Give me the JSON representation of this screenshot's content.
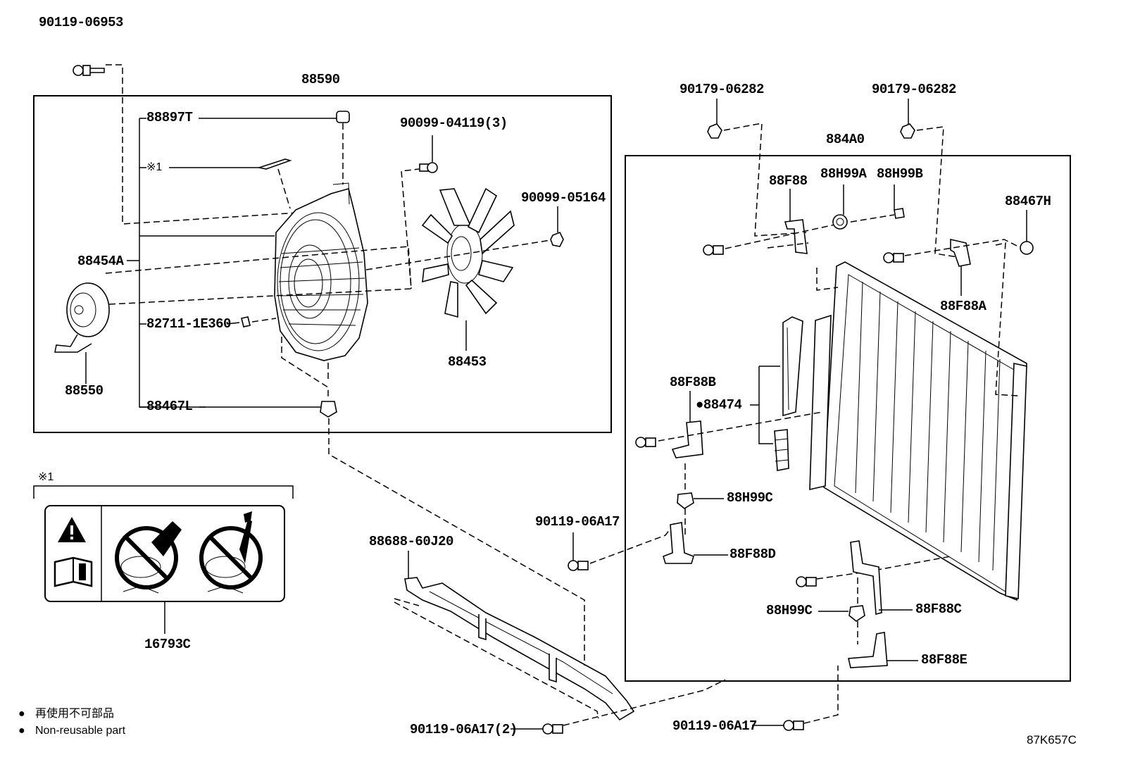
{
  "diagram": {
    "drawing_code": "87K657C",
    "legend": [
      {
        "symbol": "●",
        "text": "再使用不可部品"
      },
      {
        "symbol": "●",
        "text": "Non-reusable part"
      }
    ],
    "footnote_mark": "※1",
    "parts": {
      "p88590": "88590",
      "p88897T": "88897T",
      "pNote1": "※1",
      "p88454A": "88454A",
      "p82711": "82711-1E360",
      "p88467L": "88467L",
      "p88550": "88550",
      "p90099_04119": "90099-04119(3)",
      "p90099_05164": "90099-05164",
      "p88453": "88453",
      "p90119_06953": "90119-06953",
      "p16793C": "16793C",
      "p88688": "88688-60J20",
      "p90119_06A17_a": "90119-06A17",
      "p90119_06A17_2": "90119-06A17(2)",
      "p90119_06A17_b": "90119-06A17",
      "p90179_a": "90179-06282",
      "p90179_b": "90179-06282",
      "p884A0": "884A0",
      "p88F88": "88F88",
      "p88H99A": "88H99A",
      "p88H99B": "88H99B",
      "p88467H": "88467H",
      "p88F88A": "88F88A",
      "p88F88B": "88F88B",
      "p88474": "●88474",
      "p88H99C_a": "88H99C",
      "p88F88D": "88F88D",
      "p88H99C_b": "88H99C",
      "p88F88C": "88F88C",
      "p88F88E": "88F88E"
    }
  }
}
